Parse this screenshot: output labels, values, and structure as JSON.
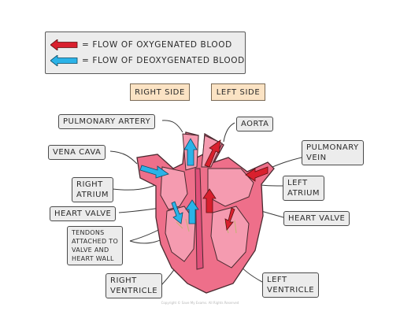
{
  "legend": {
    "oxygenated_label": "= FLOW OF OXYGENATED BLOOD",
    "deoxygenated_label": "= FLOW OF DEOXYGENATED BLOOD",
    "oxygenated_color": "#d9202e",
    "deoxygenated_color": "#2bb3e8"
  },
  "sides": {
    "right": "RIGHT SIDE",
    "left": "LEFT SIDE"
  },
  "labels": {
    "pulmonary_artery": "PULMONARY ARTERY",
    "aorta": "AORTA",
    "vena_cava": "VENA CAVA",
    "pulmonary_vein_line1": "PULMONARY",
    "pulmonary_vein_line2": "VEIN",
    "right_atrium_line1": "RIGHT",
    "right_atrium_line2": "ATRIUM",
    "left_atrium_line1": "LEFT",
    "left_atrium_line2": "ATRIUM",
    "heart_valve_right": "HEART VALVE",
    "heart_valve_left": "HEART VALVE",
    "tendons_line1": "TENDONS",
    "tendons_line2": "ATTACHED TO",
    "tendons_line3": "VALVE AND",
    "tendons_line4": "HEART WALL",
    "right_ventricle_line1": "RIGHT",
    "right_ventricle_line2": "VENTRICLE",
    "left_ventricle_line1": "LEFT",
    "left_ventricle_line2": "VENTRICLE"
  },
  "copyright": "Copyright © Save My Exams. All Rights Reserved",
  "colors": {
    "heart_outer": "#ee6f8a",
    "heart_inner": "#f59bb0",
    "heart_dark": "#e0507a"
  }
}
